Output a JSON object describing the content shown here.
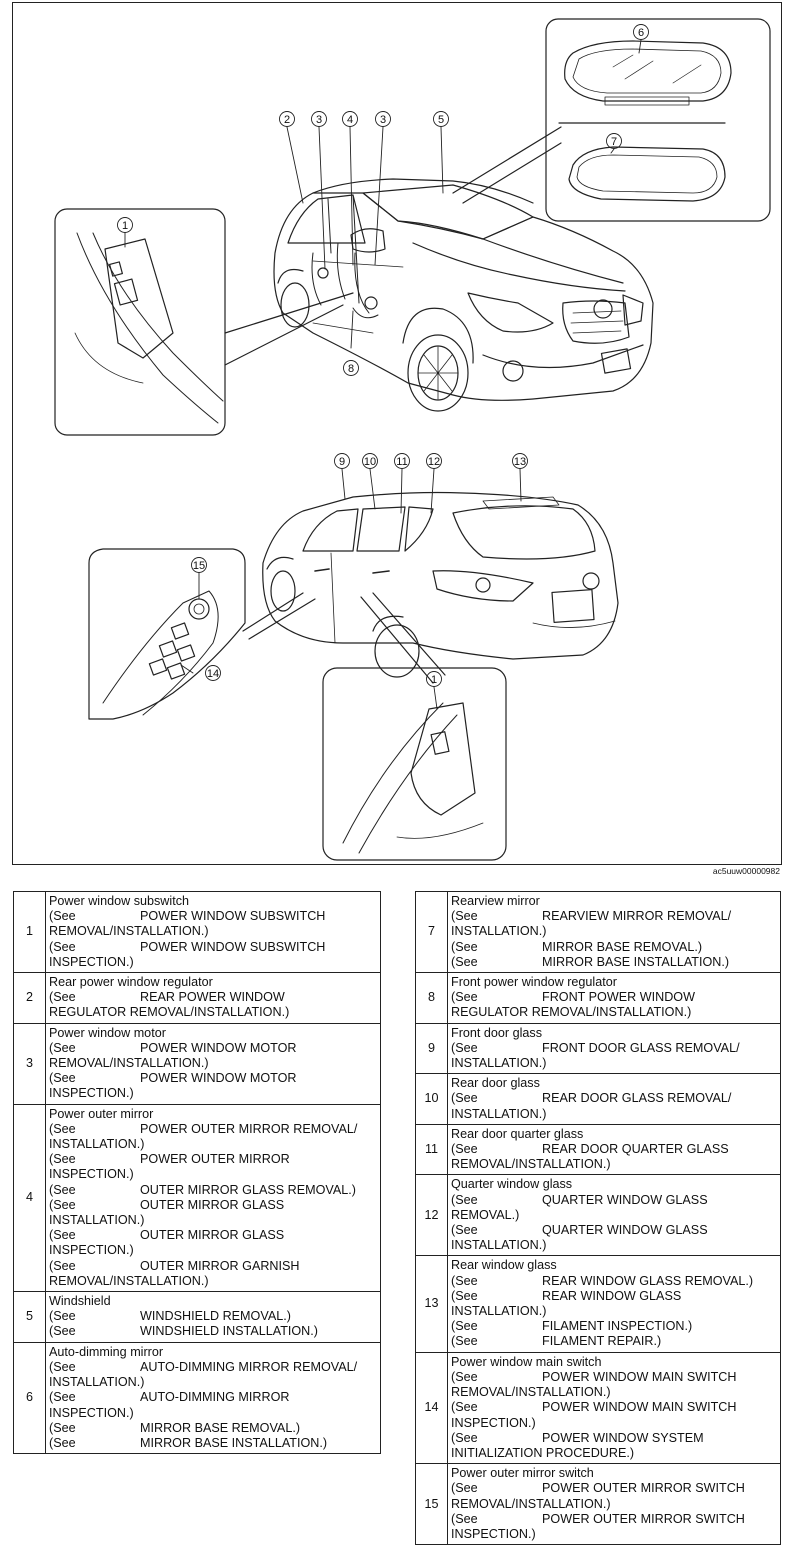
{
  "figure": {
    "code": "ac5uuw00000982",
    "callouts": [
      "1",
      "2",
      "3",
      "4",
      "3",
      "5",
      "6",
      "7",
      "8",
      "9",
      "10",
      "11",
      "12",
      "13",
      "14",
      "15",
      "1"
    ]
  },
  "table_left": [
    {
      "num": "1",
      "title": "Power window subswitch",
      "lines": [
        {
          "a": "(See",
          "b": "POWER WINDOW SUBSWITCH"
        },
        {
          "a": "REMOVAL/INSTALLATION.)",
          "b": ""
        },
        {
          "a": "(See",
          "b": "POWER WINDOW SUBSWITCH"
        },
        {
          "a": "INSPECTION.)",
          "b": ""
        }
      ]
    },
    {
      "num": "2",
      "title": "Rear power window regulator",
      "lines": [
        {
          "a": "(See",
          "b": "REAR POWER WINDOW"
        },
        {
          "a": "REGULATOR REMOVAL/INSTALLATION.)",
          "b": ""
        }
      ]
    },
    {
      "num": "3",
      "title": "Power window motor",
      "lines": [
        {
          "a": "(See",
          "b": "POWER WINDOW MOTOR"
        },
        {
          "a": "REMOVAL/INSTALLATION.)",
          "b": ""
        },
        {
          "a": "(See",
          "b": "POWER WINDOW MOTOR"
        },
        {
          "a": "INSPECTION.)",
          "b": ""
        }
      ]
    },
    {
      "num": "4",
      "title": "Power outer mirror",
      "lines": [
        {
          "a": "(See",
          "b": "POWER OUTER MIRROR REMOVAL/"
        },
        {
          "a": "INSTALLATION.)",
          "b": ""
        },
        {
          "a": "(See",
          "b": "POWER OUTER MIRROR"
        },
        {
          "a": "INSPECTION.)",
          "b": ""
        },
        {
          "a": "(See",
          "b": "OUTER MIRROR GLASS REMOVAL.)"
        },
        {
          "a": "(See",
          "b": "OUTER MIRROR GLASS"
        },
        {
          "a": "INSTALLATION.)",
          "b": ""
        },
        {
          "a": "(See",
          "b": "OUTER MIRROR GLASS"
        },
        {
          "a": "INSPECTION.)",
          "b": ""
        },
        {
          "a": "(See",
          "b": "OUTER MIRROR GARNISH"
        },
        {
          "a": "REMOVAL/INSTALLATION.)",
          "b": ""
        }
      ]
    },
    {
      "num": "5",
      "title": "Windshield",
      "lines": [
        {
          "a": "(See",
          "b": "WINDSHIELD REMOVAL.)"
        },
        {
          "a": "(See",
          "b": "WINDSHIELD INSTALLATION.)"
        }
      ]
    },
    {
      "num": "6",
      "title": "Auto-dimming mirror",
      "lines": [
        {
          "a": "(See",
          "b": "AUTO-DIMMING MIRROR REMOVAL/"
        },
        {
          "a": "INSTALLATION.)",
          "b": ""
        },
        {
          "a": "(See",
          "b": "AUTO-DIMMING MIRROR"
        },
        {
          "a": "INSPECTION.)",
          "b": ""
        },
        {
          "a": "(See",
          "b": "MIRROR BASE REMOVAL.)"
        },
        {
          "a": "(See",
          "b": "MIRROR BASE INSTALLATION.)"
        }
      ]
    }
  ],
  "table_right": [
    {
      "num": "7",
      "title": "Rearview mirror",
      "lines": [
        {
          "a": "(See",
          "b": "REARVIEW MIRROR REMOVAL/"
        },
        {
          "a": "INSTALLATION.)",
          "b": ""
        },
        {
          "a": "(See",
          "b": "MIRROR BASE REMOVAL.)"
        },
        {
          "a": "(See",
          "b": "MIRROR BASE INSTALLATION.)"
        }
      ]
    },
    {
      "num": "8",
      "title": "Front power window regulator",
      "lines": [
        {
          "a": "(See",
          "b": "FRONT POWER WINDOW"
        },
        {
          "a": "REGULATOR REMOVAL/INSTALLATION.)",
          "b": ""
        }
      ]
    },
    {
      "num": "9",
      "title": "Front door glass",
      "lines": [
        {
          "a": "(See",
          "b": "FRONT DOOR GLASS REMOVAL/"
        },
        {
          "a": "INSTALLATION.)",
          "b": ""
        }
      ]
    },
    {
      "num": "10",
      "title": "Rear door glass",
      "lines": [
        {
          "a": "(See",
          "b": "REAR DOOR GLASS REMOVAL/"
        },
        {
          "a": "INSTALLATION.)",
          "b": ""
        }
      ]
    },
    {
      "num": "11",
      "title": "Rear door quarter glass",
      "lines": [
        {
          "a": "(See",
          "b": "REAR DOOR QUARTER GLASS"
        },
        {
          "a": "REMOVAL/INSTALLATION.)",
          "b": ""
        }
      ]
    },
    {
      "num": "12",
      "title": "Quarter window glass",
      "lines": [
        {
          "a": "(See",
          "b": "QUARTER WINDOW GLASS"
        },
        {
          "a": "REMOVAL.)",
          "b": ""
        },
        {
          "a": "(See",
          "b": "QUARTER WINDOW GLASS"
        },
        {
          "a": "INSTALLATION.)",
          "b": ""
        }
      ]
    },
    {
      "num": "13",
      "title": "Rear window glass",
      "lines": [
        {
          "a": "(See",
          "b": "REAR WINDOW GLASS REMOVAL.)"
        },
        {
          "a": "(See",
          "b": "REAR WINDOW GLASS"
        },
        {
          "a": "INSTALLATION.)",
          "b": ""
        },
        {
          "a": "(See",
          "b": "FILAMENT INSPECTION.)"
        },
        {
          "a": "(See",
          "b": "FILAMENT REPAIR.)"
        }
      ]
    },
    {
      "num": "14",
      "title": "Power window main switch",
      "lines": [
        {
          "a": "(See",
          "b": "POWER WINDOW MAIN SWITCH"
        },
        {
          "a": "REMOVAL/INSTALLATION.)",
          "b": ""
        },
        {
          "a": "(See",
          "b": "POWER WINDOW MAIN SWITCH"
        },
        {
          "a": "INSPECTION.)",
          "b": ""
        },
        {
          "a": "(See",
          "b": "POWER WINDOW SYSTEM"
        },
        {
          "a": "INITIALIZATION PROCEDURE.)",
          "b": ""
        }
      ]
    },
    {
      "num": "15",
      "title": "Power outer mirror switch",
      "lines": [
        {
          "a": "(See",
          "b": "POWER OUTER MIRROR SWITCH"
        },
        {
          "a": "REMOVAL/INSTALLATION.)",
          "b": ""
        },
        {
          "a": "(See",
          "b": "POWER OUTER MIRROR SWITCH"
        },
        {
          "a": "INSPECTION.)",
          "b": ""
        }
      ]
    }
  ]
}
